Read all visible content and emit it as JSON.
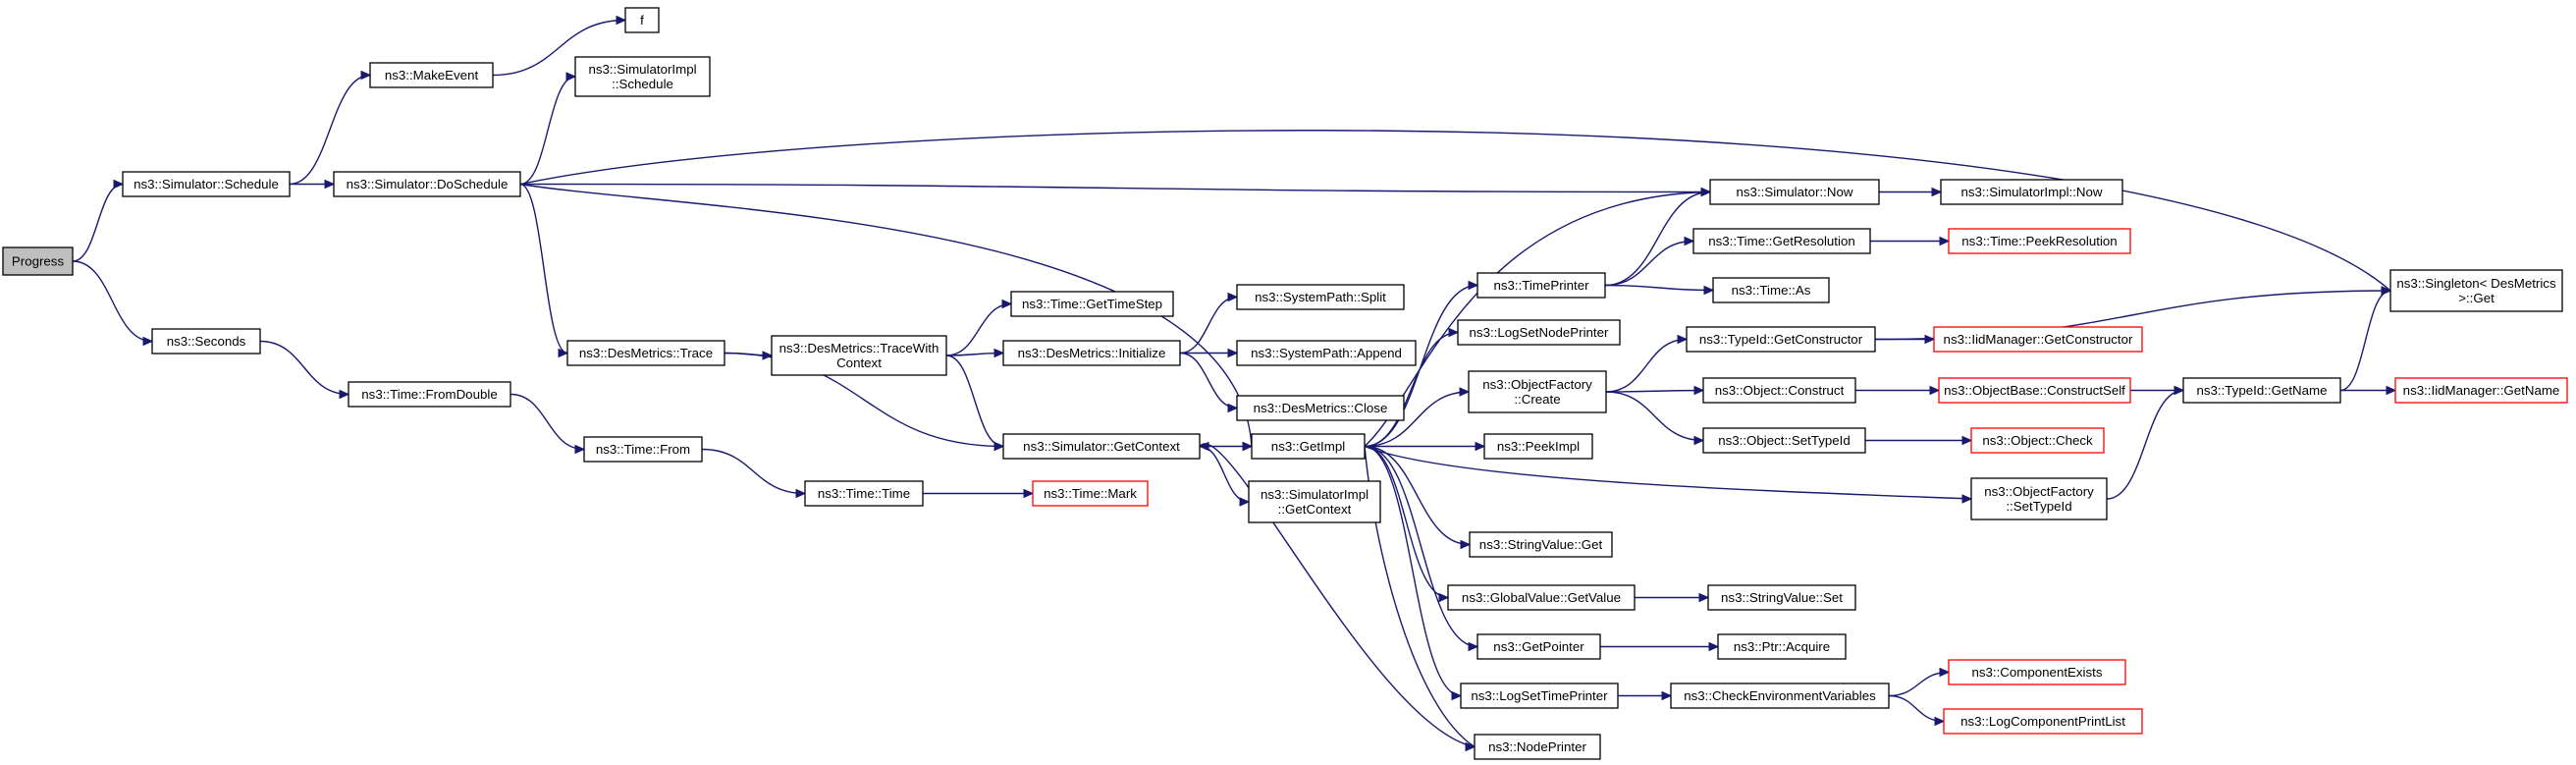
{
  "colors": {
    "edge": "#191970",
    "root_fill": "#bfbfbf",
    "truncated_border": "#ff0000",
    "node_border": "#000000"
  },
  "nodes": {
    "progress": "Progress",
    "sim_schedule": "ns3::Simulator::Schedule",
    "seconds": "ns3::Seconds",
    "make_event": "ns3::MakeEvent",
    "f": "f",
    "sim_doschedule": "ns3::Simulator::DoSchedule",
    "simimpl_schedule_1": "ns3::SimulatorImpl",
    "simimpl_schedule_2": "::Schedule",
    "time_fromdouble": "ns3::Time::FromDouble",
    "time_from": "ns3::Time::From",
    "time_time": "ns3::Time::Time",
    "time_mark": "ns3::Time::Mark",
    "desmetrics_trace": "ns3::DesMetrics::Trace",
    "desmetrics_tracewith_1": "ns3::DesMetrics::TraceWith",
    "desmetrics_tracewith_2": "Context",
    "time_gettimestep": "ns3::Time::GetTimeStep",
    "desmetrics_initialize": "ns3::DesMetrics::Initialize",
    "systempath_split": "ns3::SystemPath::Split",
    "systempath_append": "ns3::SystemPath::Append",
    "desmetrics_close": "ns3::DesMetrics::Close",
    "sim_getcontext": "ns3::Simulator::GetContext",
    "simimpl_getcontext_1": "ns3::SimulatorImpl",
    "simimpl_getcontext_2": "::GetContext",
    "getimpl": "ns3::GetImpl",
    "sim_now": "ns3::Simulator::Now",
    "simimpl_now": "ns3::SimulatorImpl::Now",
    "timeprinter": "ns3::TimePrinter",
    "time_getresolution": "ns3::Time::GetResolution",
    "time_peekresolution": "ns3::Time::PeekResolution",
    "time_as": "ns3::Time::As",
    "logsetnodeprinter": "ns3::LogSetNodePrinter",
    "objfactory_create_1": "ns3::ObjectFactory",
    "objfactory_create_2": "::Create",
    "typeid_getconstructor": "ns3::TypeId::GetConstructor",
    "iidmanager_getconstructor": "ns3::IidManager::GetConstructor",
    "object_construct": "ns3::Object::Construct",
    "objectbase_constructself": "ns3::ObjectBase::ConstructSelf",
    "object_settypeid": "ns3::Object::SetTypeId",
    "object_check": "ns3::Object::Check",
    "peekimpl": "ns3::PeekImpl",
    "objfactory_settypeid_1": "ns3::ObjectFactory",
    "objfactory_settypeid_2": "::SetTypeId",
    "typeid_getname": "ns3::TypeId::GetName",
    "iidmanager_getname": "ns3::IidManager::GetName",
    "singleton_get_1": "ns3::Singleton< DesMetrics",
    "singleton_get_2": " >::Get",
    "stringvalue_get": "ns3::StringValue::Get",
    "globalvalue_getvalue": "ns3::GlobalValue::GetValue",
    "stringvalue_set": "ns3::StringValue::Set",
    "getpointer": "ns3::GetPointer",
    "ptr_acquire": "ns3::Ptr::Acquire",
    "logsettimeprinter": "ns3::LogSetTimePrinter",
    "checkenvvars": "ns3::CheckEnvironmentVariables",
    "componentexists": "ns3::ComponentExists",
    "logcomponentprintlist": "ns3::LogComponentPrintList",
    "nodeprinter": "ns3::NodePrinter"
  }
}
